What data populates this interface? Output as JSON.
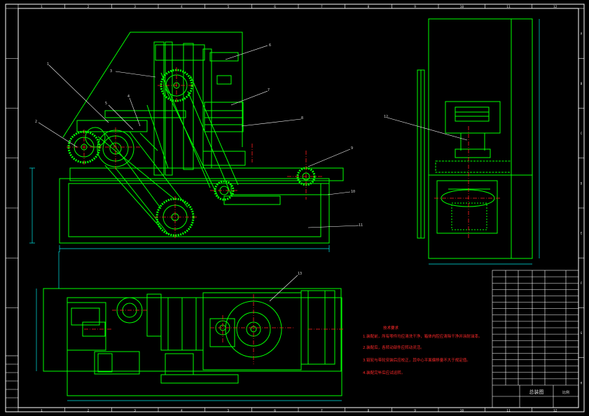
{
  "colors": {
    "background": "#000000",
    "geometry": "#00ff00",
    "frame": "#ffffff",
    "centerline": "#ff2020",
    "dimension": "#00e5e5",
    "leader": "#ffffff",
    "notes": "#ff2020",
    "title_block": "#ffffff"
  },
  "border_columns": [
    "1",
    "2",
    "3",
    "4",
    "5",
    "6",
    "7",
    "8",
    "9",
    "10",
    "11",
    "12"
  ],
  "border_rows": [
    "A",
    "B",
    "C",
    "D",
    "E",
    "F",
    "G",
    "H"
  ],
  "part_balloons": [
    "1",
    "2",
    "3",
    "4",
    "5",
    "6",
    "7",
    "8",
    "9",
    "10",
    "11",
    "12",
    "13"
  ],
  "notes_block": {
    "title": "技术要求",
    "lines": [
      "1.装配前，所有零件均应清洗干净，箱体内腔应清除干净并涂耐油漆。",
      "2.装配后，各转动部件应转动灵活。",
      "3.链轮与带轮安装后应校正，其中心平面偏移量不大于规定值。",
      "4.装配完毕后应试运转。"
    ]
  },
  "title_block": {
    "drawing_title": "总装图",
    "scale_label": "比例"
  }
}
